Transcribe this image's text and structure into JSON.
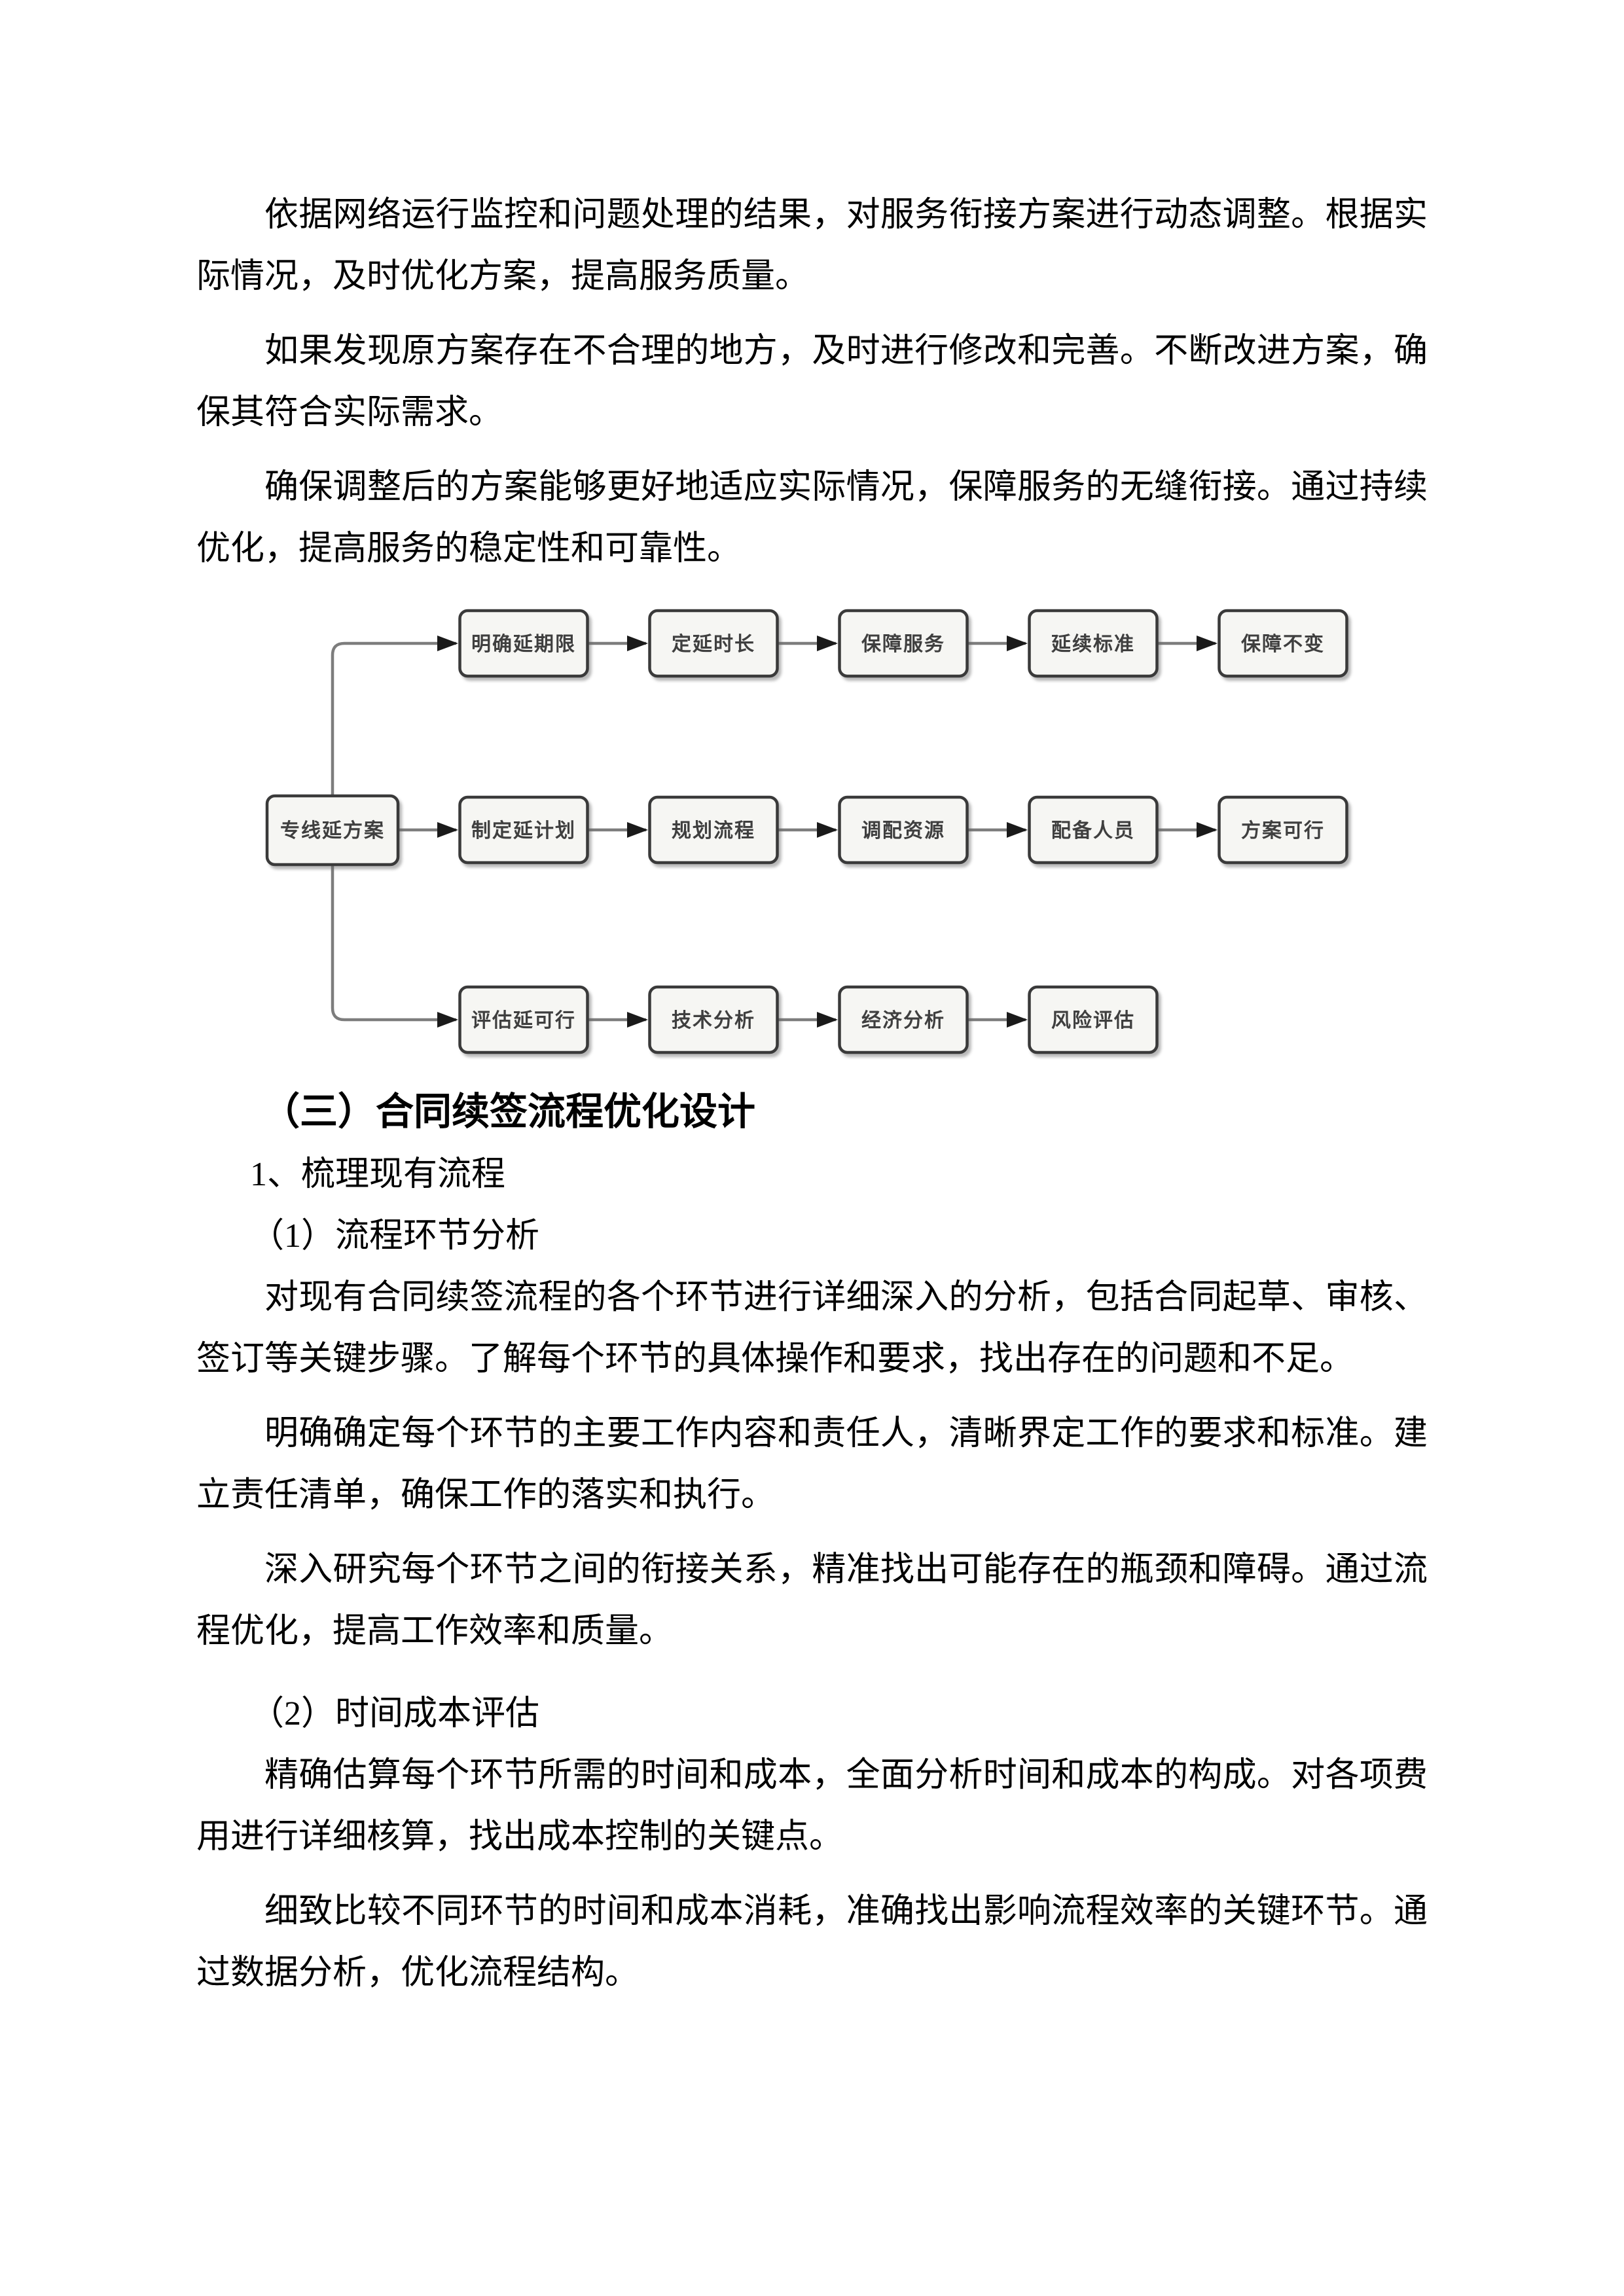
{
  "document": {
    "para1": "依据网络运行监控和问题处理的结果，对服务衔接方案进行动态调整。根据实际情况，及时优化方案，提高服务质量。",
    "para2": "如果发现原方案存在不合理的地方，及时进行修改和完善。不断改进方案，确保其符合实际需求。",
    "para3": "确保调整后的方案能够更好地适应实际情况，保障服务的无缝衔接。通过持续优化，提高服务的稳定性和可靠性。",
    "heading3": "（三）合同续签流程优化设计",
    "numbered1": "1、梳理现有流程",
    "sub1": "（1）流程环节分析",
    "para4": "对现有合同续签流程的各个环节进行详细深入的分析，包括合同起草、审核、签订等关键步骤。了解每个环节的具体操作和要求，找出存在的问题和不足。",
    "para5": "明确确定每个环节的主要工作内容和责任人，清晰界定工作的要求和标准。建立责任清单，确保工作的落实和执行。",
    "para6": "深入研究每个环节之间的衔接关系，精准找出可能存在的瓶颈和障碍。通过流程优化，提高工作效率和质量。",
    "sub2": "（2）时间成本评估",
    "para7": "精确估算每个环节所需的时间和成本，全面分析时间和成本的构成。对各项费用进行详细核算，找出成本控制的关键点。",
    "para8": "细致比较不同环节的时间和成本消耗，准确找出影响流程效率的关键环节。通过数据分析，优化流程结构。"
  },
  "flowchart": {
    "root": "专线延方案",
    "row1": [
      "明确延期限",
      "定延时长",
      "保障服务",
      "延续标准",
      "保障不变"
    ],
    "row2": [
      "制定延计划",
      "规划流程",
      "调配资源",
      "配备人员",
      "方案可行"
    ],
    "row3": [
      "评估延可行",
      "技术分析",
      "经济分析",
      "风险评估"
    ],
    "colors": {
      "box_fill": "#f6f6f3",
      "box_border": "#3a3a3a",
      "line": "#7d7d7d",
      "arrowhead": "#1a1a1a",
      "label_text": "#3f3f3f"
    }
  }
}
